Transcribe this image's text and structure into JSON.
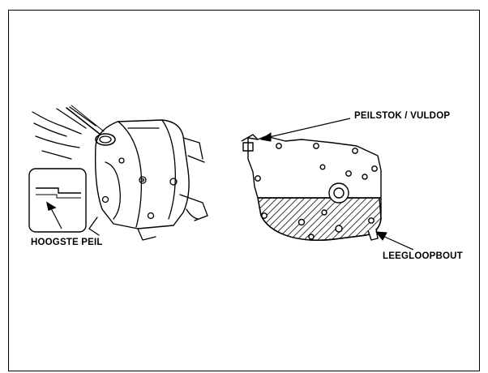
{
  "labels": {
    "highest_level": "HOOGSTE PEIL",
    "dipstick_filler_cap": "PEILSTOK / VULDOP",
    "drain_bolt": "LEEGLOOPBOUT"
  },
  "colors": {
    "ink": "#000000",
    "background": "#ffffff",
    "shade": "#9a9a9a"
  }
}
